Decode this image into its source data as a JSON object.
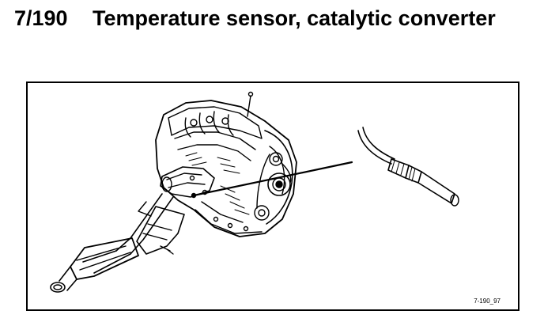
{
  "header": {
    "number": "7/190",
    "title": "Temperature sensor, catalytic converter"
  },
  "figure": {
    "code": "7-190_97",
    "icons": [
      "engine-exhaust-illustration-icon",
      "temperature-sensor-icon"
    ]
  }
}
